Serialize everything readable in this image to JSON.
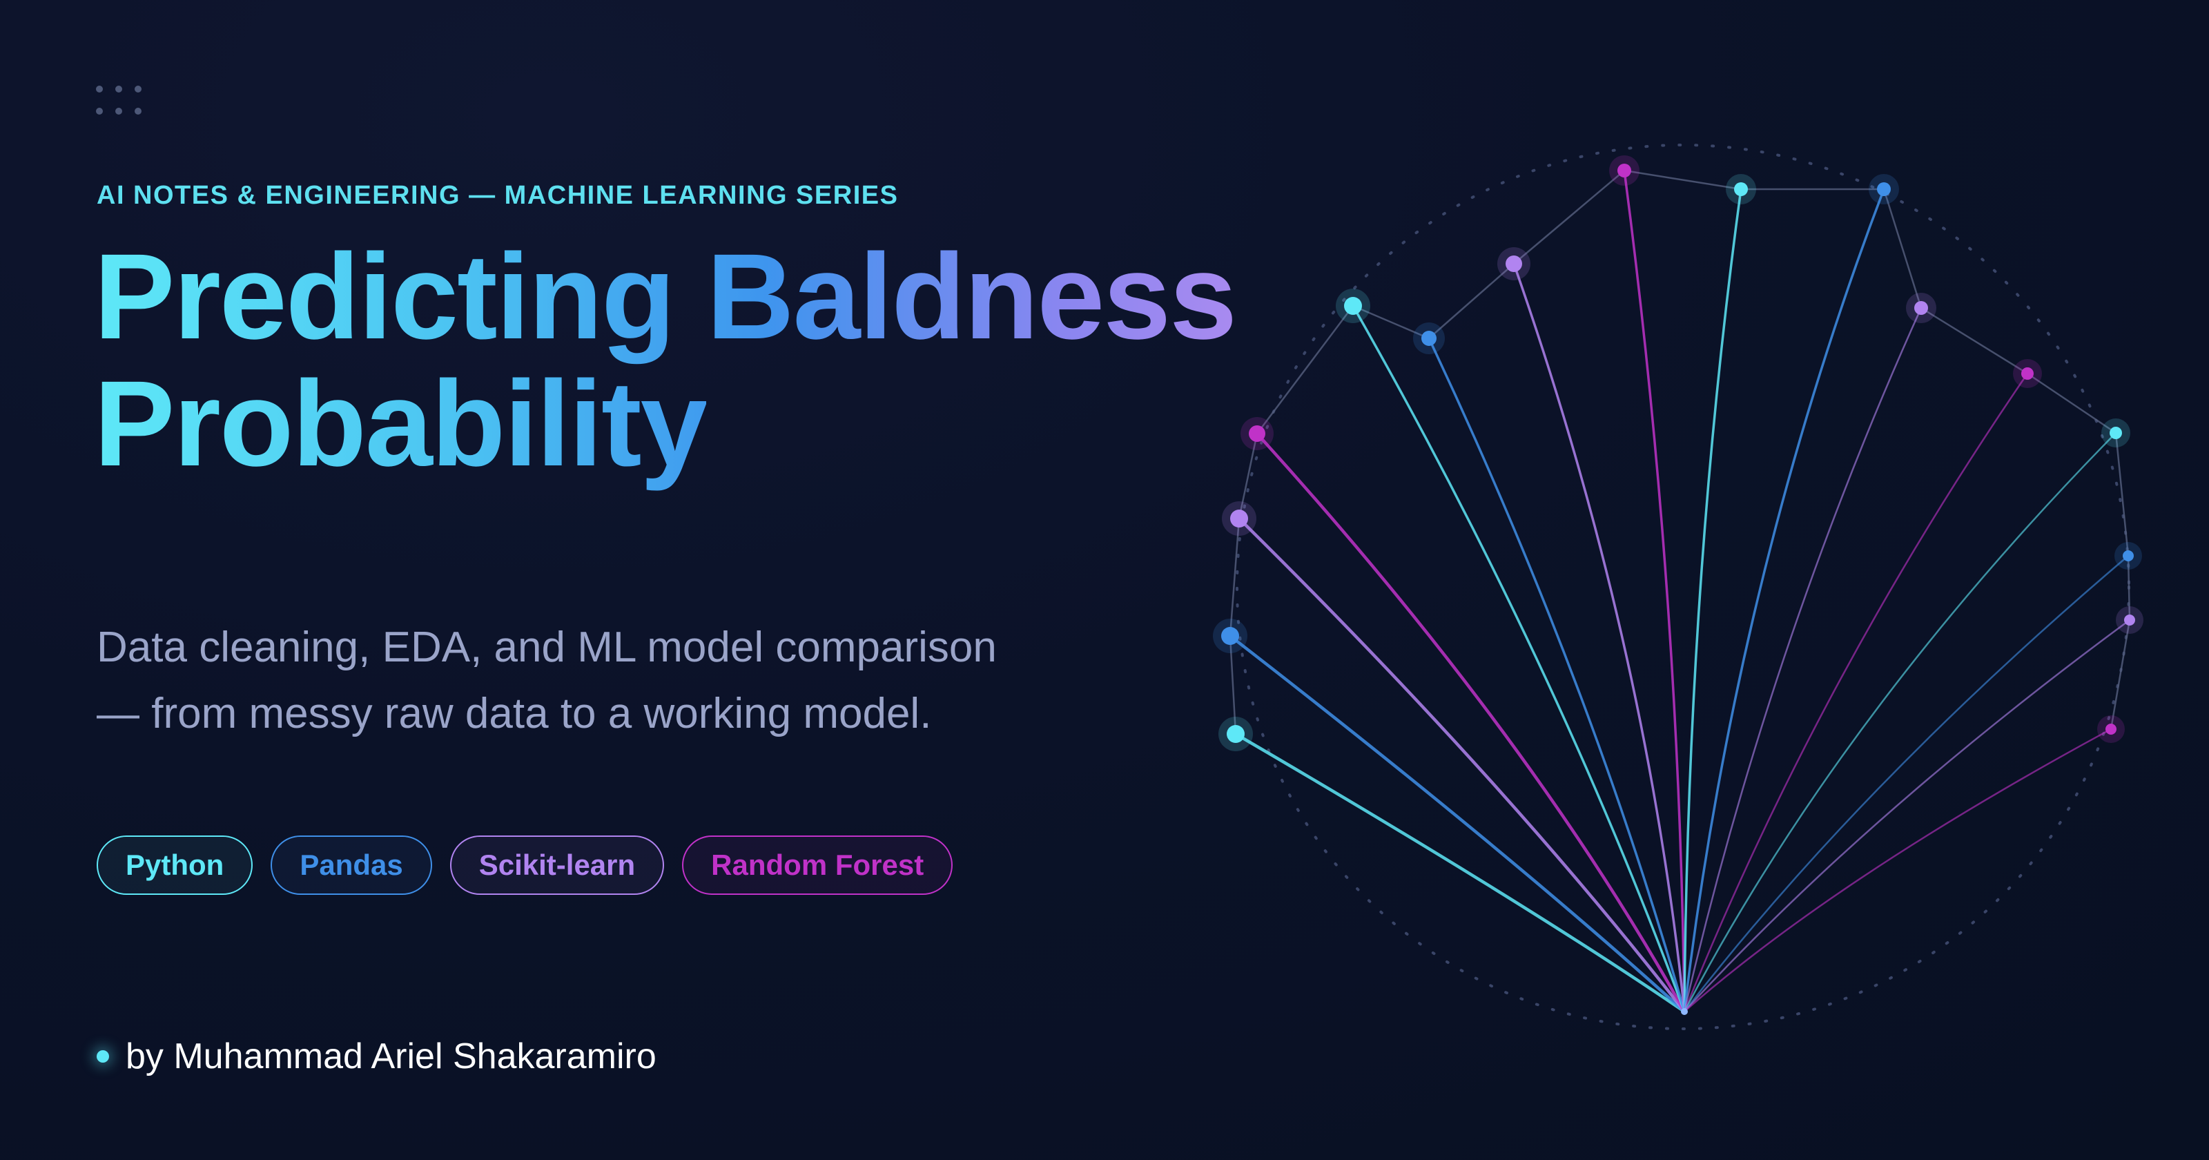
{
  "header": {
    "series_label": "AI NOTES & ENGINEERING — MACHINE LEARNING SERIES",
    "title_line1_part1": "Predicting",
    "title_line1_part2": "Baldness",
    "title_line2": "Probability"
  },
  "description": {
    "line1": "Data cleaning, EDA, and ML model comparison",
    "line2": "— from messy raw data to a working model."
  },
  "tags": [
    {
      "label": "Python",
      "color": "#5ee8f7"
    },
    {
      "label": "Pandas",
      "color": "#3f8fe8"
    },
    {
      "label": "Scikit-learn",
      "color": "#b184f0"
    },
    {
      "label": "Random Forest",
      "color": "#c032c8"
    }
  ],
  "author": {
    "text": "by Muhammad Ariel Shakaramiro"
  },
  "colors": {
    "cyan": "#5ee8f7",
    "blue": "#3f8fe8",
    "purple": "#b184f0",
    "magenta": "#c032c8",
    "text_muted": "#9aa4c9"
  },
  "icons": {
    "grid": "dots-grid-icon",
    "author": "status-dot-icon"
  }
}
